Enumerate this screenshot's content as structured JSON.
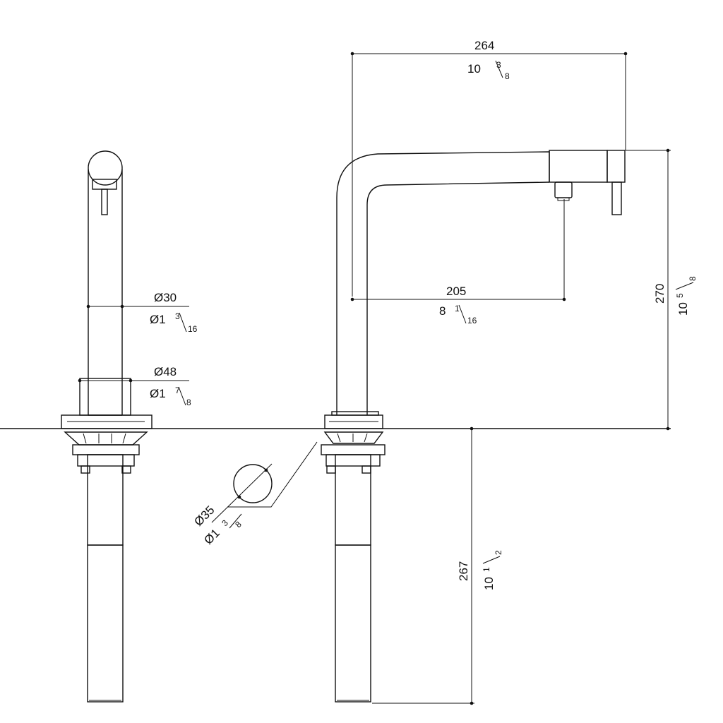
{
  "dimensions": {
    "width_total": {
      "mm": "264",
      "in_whole": "10",
      "in_num": "3",
      "in_den": "8"
    },
    "reach": {
      "mm": "205",
      "in_whole": "8",
      "in_num": "1",
      "in_den": "16"
    },
    "height": {
      "mm": "270",
      "in_whole": "10",
      "in_num": "5",
      "in_den": "8"
    },
    "below_deck": {
      "mm": "267",
      "in_whole": "10",
      "in_num": "1",
      "in_den": "2"
    },
    "spout_diameter": {
      "mm": "Ø30",
      "in_whole": "Ø1",
      "in_num": "3",
      "in_den": "16"
    },
    "base_diameter": {
      "mm": "Ø48",
      "in_whole": "Ø1",
      "in_num": "7",
      "in_den": "8"
    },
    "hole_diameter": {
      "mm": "Ø35",
      "in_whole": "Ø1",
      "in_num": "3",
      "in_den": "8"
    }
  }
}
